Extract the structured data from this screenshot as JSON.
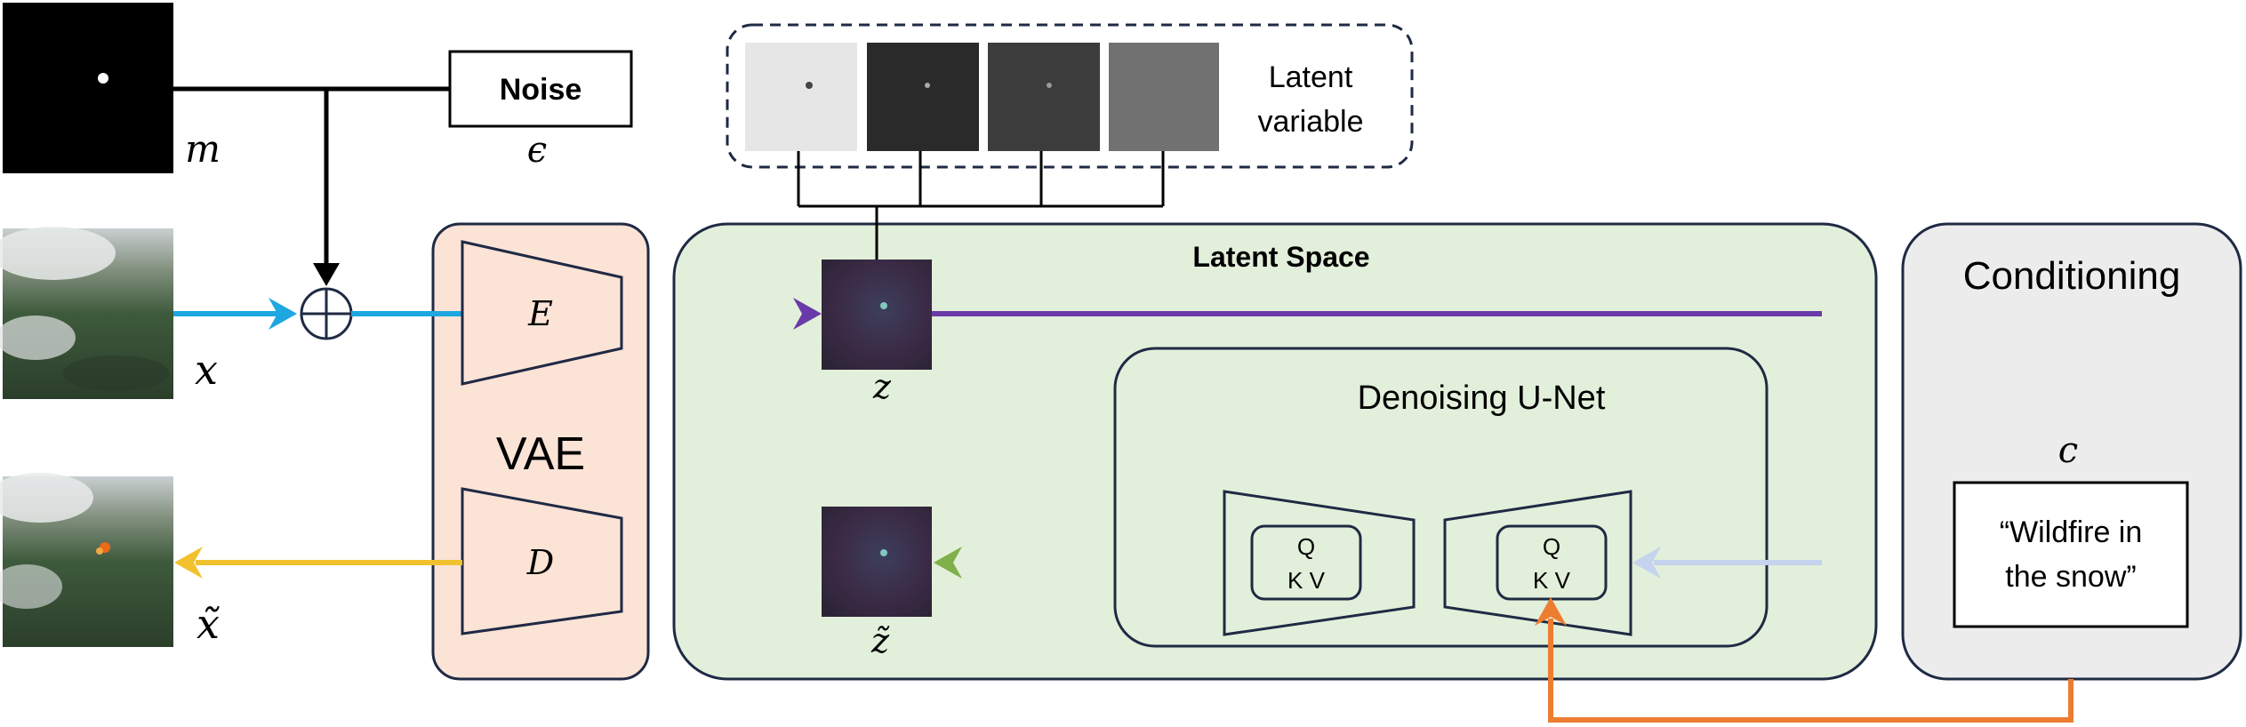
{
  "labels": {
    "noise": "Noise",
    "epsilon": "ϵ",
    "mask": "m",
    "input": "x",
    "output": "x̃",
    "latent_variable_line1": "Latent",
    "latent_variable_line2": "variable",
    "vae": "VAE",
    "encoder": "E",
    "decoder": "D",
    "latent_space": "Latent Space",
    "z": "z",
    "z_tilde": "z̃",
    "unet": "Denoising U-Net",
    "attn_q": "Q",
    "attn_kv": "K V",
    "conditioning": "Conditioning",
    "c": "c",
    "prompt_line1": "“Wildfire in",
    "prompt_line2": "the snow”"
  },
  "colors": {
    "vae_fill": "#fbe3d6",
    "latent_fill": "#e2efda",
    "cond_fill": "#ececec",
    "outline": "#1f2a44",
    "cyan": "#1ea7e1",
    "purple": "#6a3aa8",
    "green": "#7fb04a",
    "yellow": "#f2c12e",
    "orange": "#ed7d31",
    "light_blue": "#c5d3ee"
  }
}
